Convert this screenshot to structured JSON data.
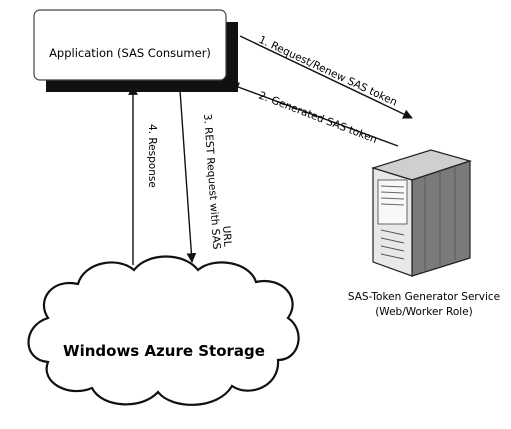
{
  "nodes": {
    "application": {
      "label": "Application (SAS Consumer)"
    },
    "storage": {
      "label": "Windows Azure Storage"
    },
    "service": {
      "line1": "SAS-Token Generator Service",
      "line2": "(Web/Worker Role)"
    }
  },
  "arrows": {
    "a1": "1. Request/Renew SAS token",
    "a2": "2. Generated SAS token",
    "a3a": "3. REST Request with SAS",
    "a3b": "URL",
    "a4": "4. Response"
  }
}
